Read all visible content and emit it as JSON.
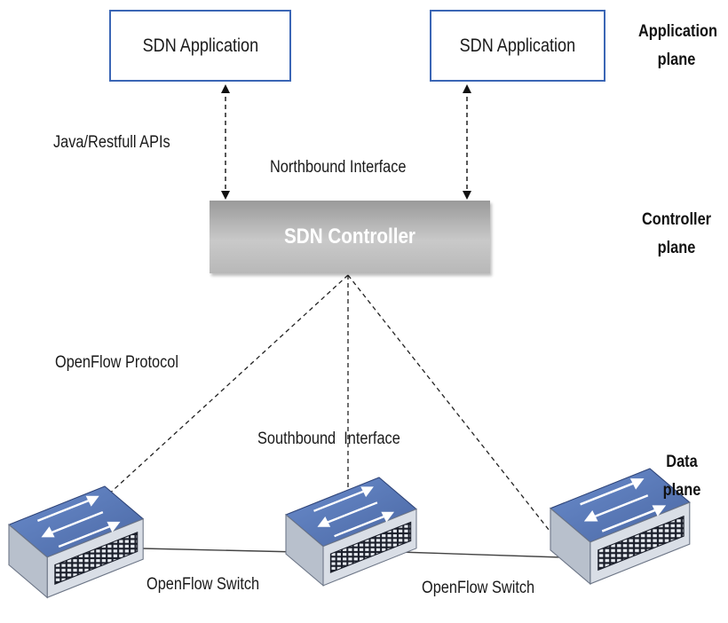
{
  "applications": [
    {
      "label": "SDN Application"
    },
    {
      "label": "SDN Application"
    }
  ],
  "controller": {
    "label": "SDN Controller"
  },
  "interfaces": {
    "northbound": "Northbound Interface",
    "southbound": "Southbound  Interface",
    "apis": "Java/Restfull APIs",
    "protocol": "OpenFlow Protocol"
  },
  "planes": {
    "application": [
      "Application",
      "plane"
    ],
    "controller": [
      "Controller",
      "plane"
    ],
    "data": [
      "Data",
      "plane"
    ]
  },
  "switch_labels": [
    "OpenFlow Switch",
    "OpenFlow Switch"
  ],
  "colors": {
    "app_border": "#3b66b5",
    "switch_top": "#5878b8",
    "switch_front": "#d9dee6",
    "controller_fill": "#b5b5b5"
  }
}
